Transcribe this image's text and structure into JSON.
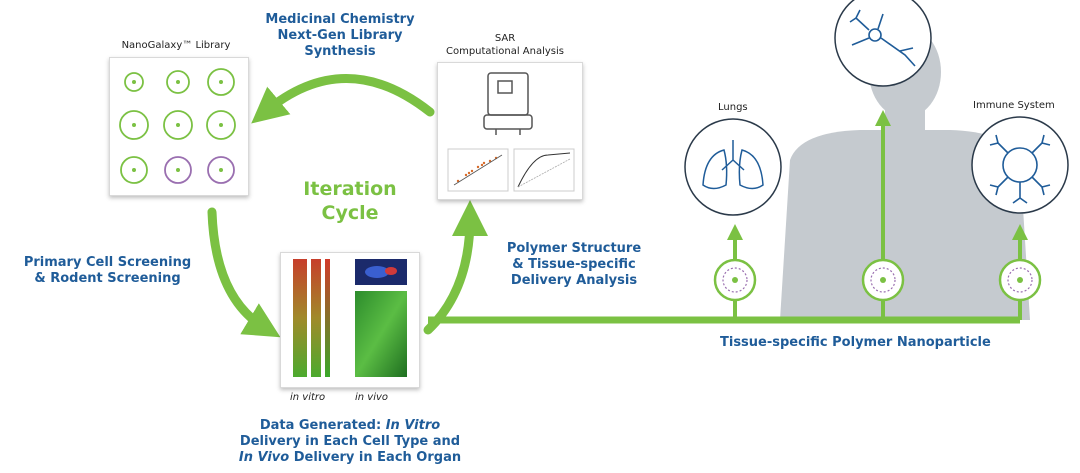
{
  "colors": {
    "green": "#7bc143",
    "blue": "#1f5c99",
    "silhouette": "#c5cacf"
  },
  "library": {
    "title": "NanoGalaxy™ Library"
  },
  "med_chem": {
    "line1": "Medicinal Chemistry",
    "line2": "Next-Gen Library",
    "line3": "Synthesis"
  },
  "sar": {
    "line1": "SAR",
    "line2": "Computational Analysis"
  },
  "iteration": {
    "line1": "Iteration",
    "line2": "Cycle"
  },
  "screening": {
    "line1": "Primary Cell Screening",
    "line2": "& Rodent Screening"
  },
  "polymer": {
    "line1": "Polymer Structure",
    "line2": "& Tissue-specific",
    "line3": "Delivery Analysis"
  },
  "data_panel": {
    "in_vitro": "in vitro",
    "in_vivo": "in vivo"
  },
  "data_generated": {
    "prefix": "Data Generated: ",
    "prefix_ital": "In Vitro",
    "line2": "Delivery in Each Cell Type and",
    "line3_ital": "In Vivo",
    "line3_rest": " Delivery in Each Organ"
  },
  "organs": {
    "lungs": "Lungs",
    "immune": "Immune System"
  },
  "nanoparticle": {
    "label": "Tissue-specific Polymer Nanoparticle"
  }
}
